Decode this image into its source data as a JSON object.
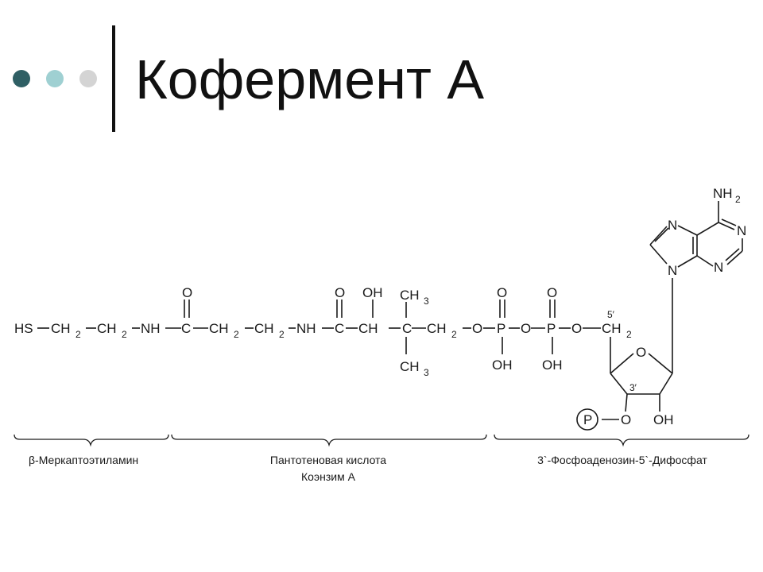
{
  "slide": {
    "title": "Кофермент А",
    "colors": {
      "dot_1": "#2f5f64",
      "dot_2": "#9fd0d2",
      "dot_3": "#d4d4d4",
      "rule": "#111111",
      "ink": "#1a1a1a"
    }
  },
  "formula": {
    "atoms": {
      "hs": "HS",
      "ch2": "CH",
      "sub2": "2",
      "nh": "NH",
      "c": "C",
      "ch": "CH",
      "o": "O",
      "oh": "OH",
      "ch3": "CH",
      "sub3": "3",
      "p": "P",
      "n": "N",
      "nh2": "NH",
      "p_circle": "P",
      "prime5": "5′",
      "prime3": "3′"
    },
    "segments": {
      "mercapto": "β-Меркаптоэтиламин",
      "pantothenic": "Пантотеновая кислота",
      "coenzyme": "Коэнзим А",
      "phosphoadenosine": "3`-Фосфоаденозин-5`-Дифосфат"
    }
  }
}
